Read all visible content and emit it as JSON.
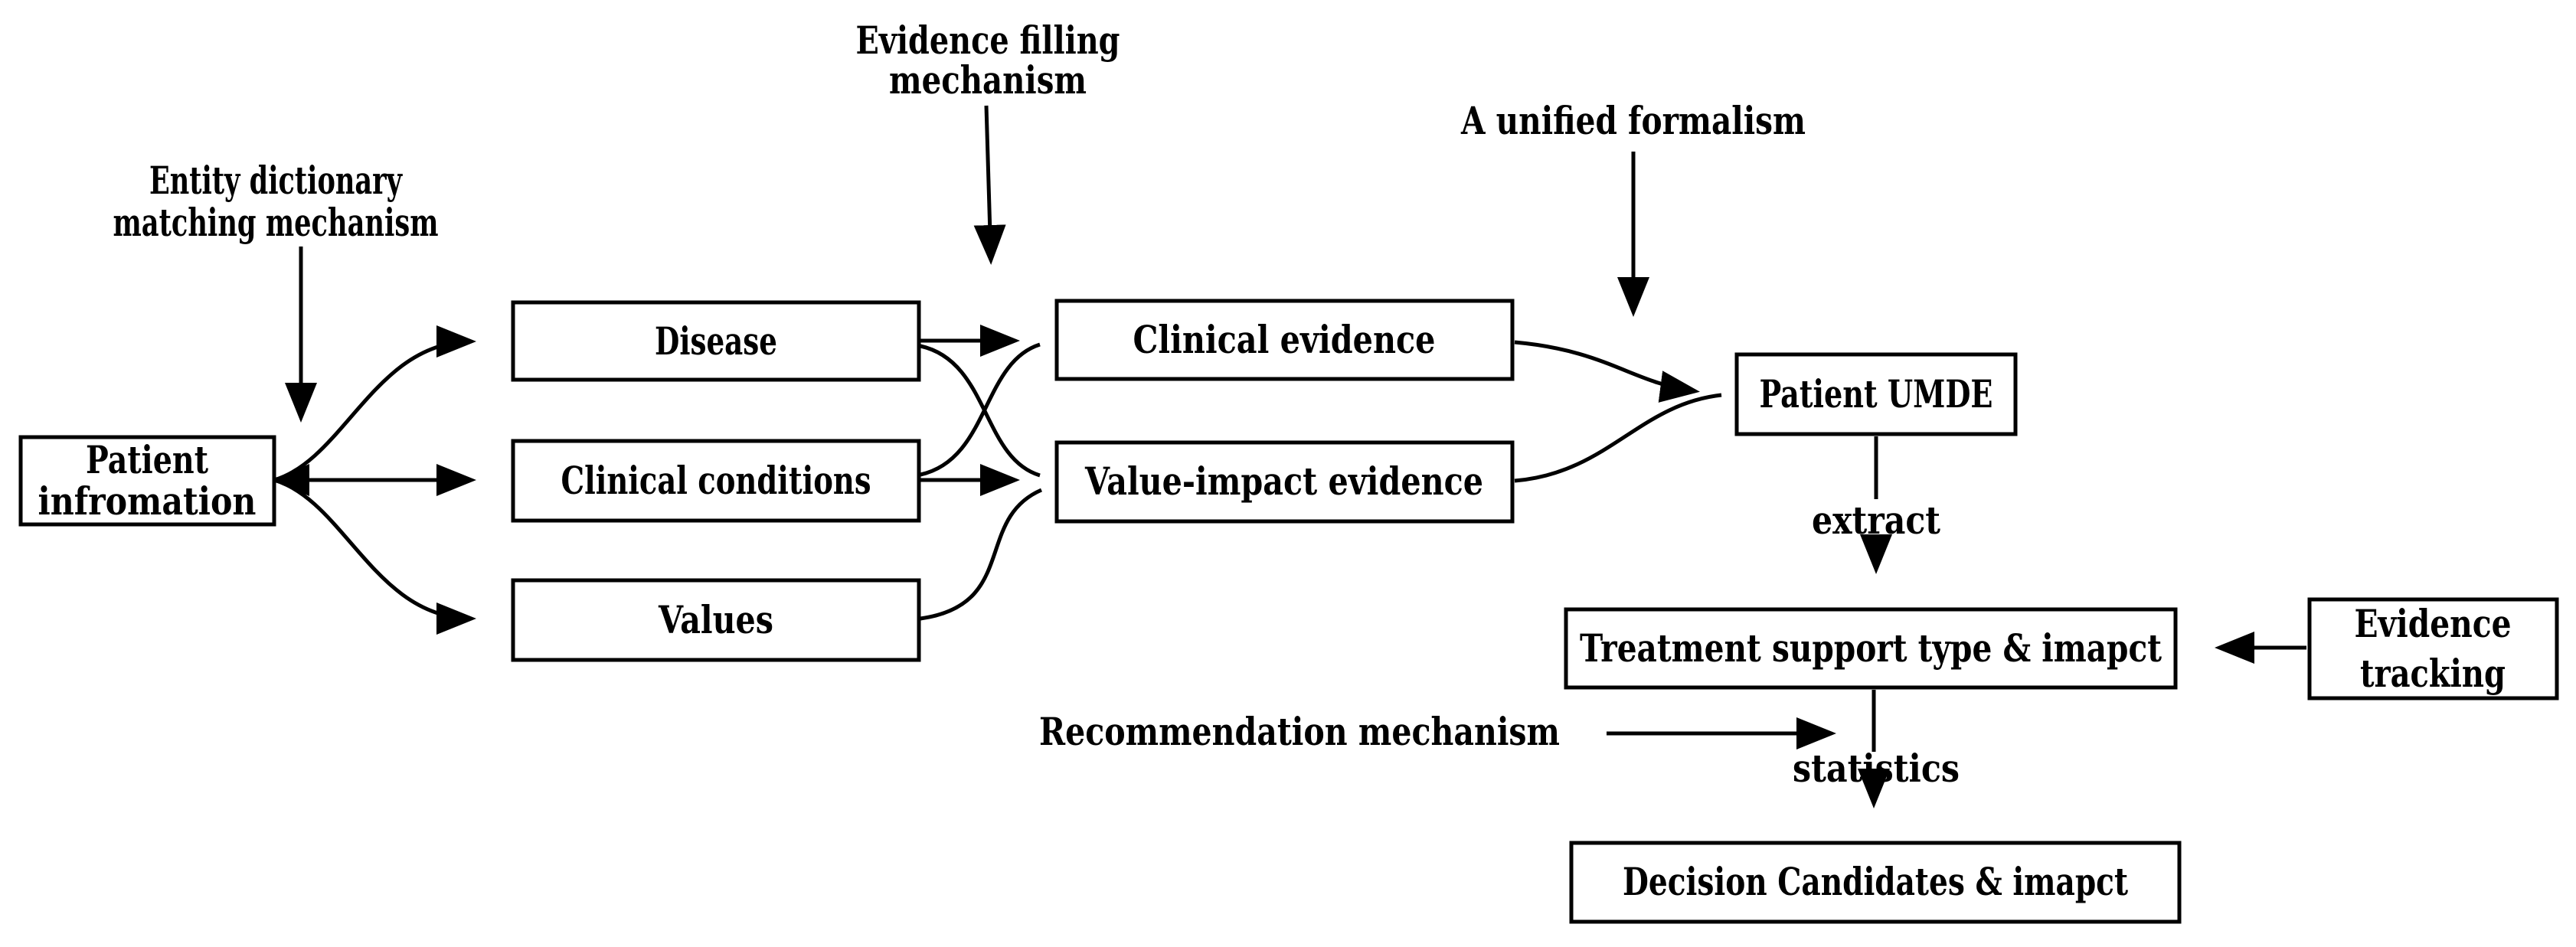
{
  "diagram": {
    "type": "flowchart",
    "boxes": {
      "patient_info": {
        "line1": "Patient",
        "line2": "infromation"
      },
      "disease": {
        "label": "Disease"
      },
      "clinical_conditions": {
        "label": "Clinical conditions"
      },
      "values": {
        "label": "Values"
      },
      "clinical_evidence": {
        "label": "Clinical evidence"
      },
      "value_impact_evidence": {
        "label": "Value-impact evidence"
      },
      "patient_umde": {
        "label": "Patient UMDE"
      },
      "treatment_support": {
        "label": "Treatment support type & imapct"
      },
      "evidence_tracking": {
        "line1": "Evidence",
        "line2": "tracking"
      },
      "decision_candidates": {
        "label": "Decision Candidates & imapct"
      }
    },
    "annotations": {
      "entity_dictionary": {
        "line1": "Entity dictionary",
        "line2": "matching mechanism"
      },
      "evidence_filling": {
        "line1": "Evidence filling",
        "line2": "mechanism"
      },
      "unified_formalism": {
        "label": "A unified formalism"
      },
      "extract": {
        "label": "extract"
      },
      "recommendation": {
        "label": "Recommendation mechanism"
      },
      "statistics": {
        "label": "statistics"
      }
    },
    "colors": {
      "ink": "#000000",
      "box_fill": "#ffffff",
      "background": "#ffffff"
    }
  }
}
